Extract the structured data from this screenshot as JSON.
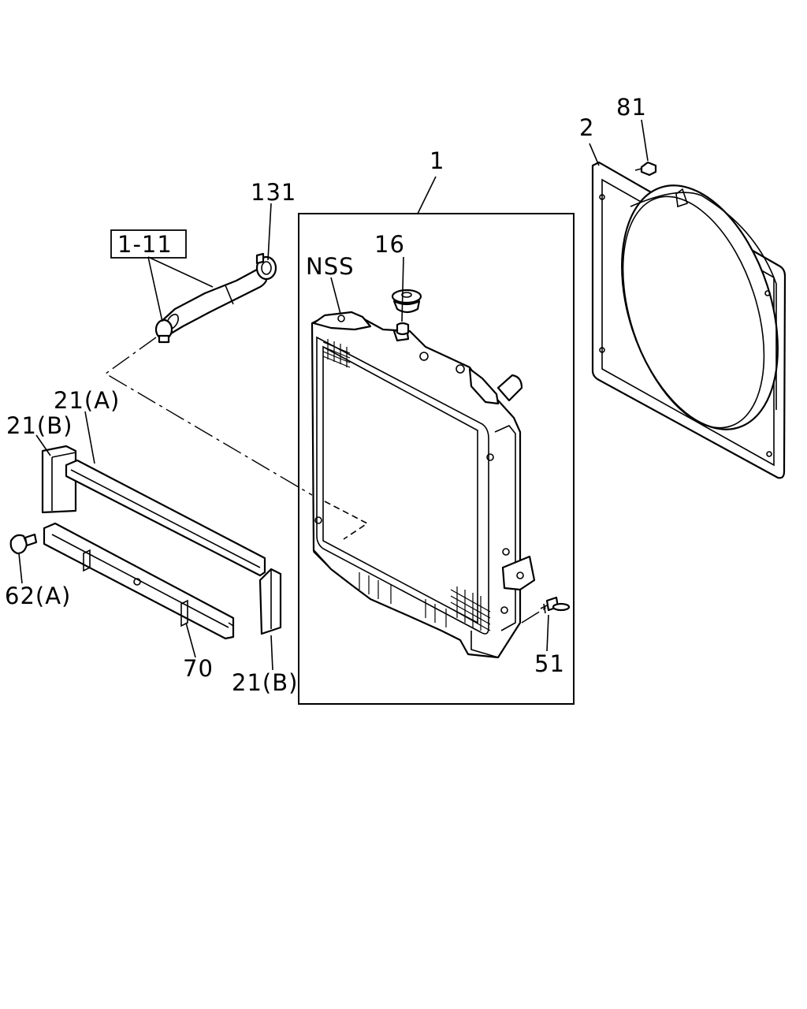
{
  "callouts": {
    "radiator_assembly": "1",
    "fan_shroud": "2",
    "bolt_81": "81",
    "clip_131": "131",
    "hose_ref": "1-11",
    "cap_16": "16",
    "nss": "NSS",
    "baffle_21a": "21(A)",
    "baffle_21b_left": "21(B)",
    "bolt_62a": "62(A)",
    "bracket_70": "70",
    "baffle_21b_right": "21(B)",
    "drain_cock_51": "51"
  },
  "colors": {
    "line": "#000000",
    "background": "#ffffff"
  }
}
